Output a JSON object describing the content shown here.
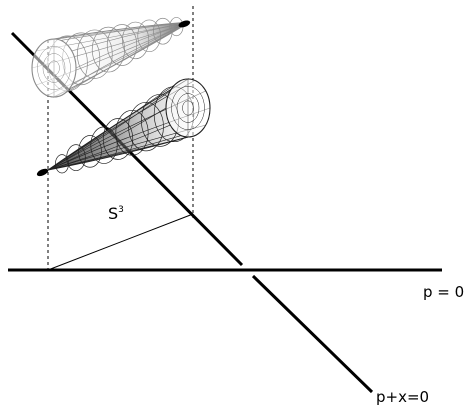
{
  "labels": {
    "s3_base": "S",
    "s3_exp": "3",
    "p_zero": "p = 0",
    "p_plus_x_zero": "p+x=0"
  },
  "colors": {
    "line": "#000000",
    "mesh_light": "#8a8a8a",
    "mesh_dark": "#222222",
    "shade_dark": "#4a4a4a"
  }
}
